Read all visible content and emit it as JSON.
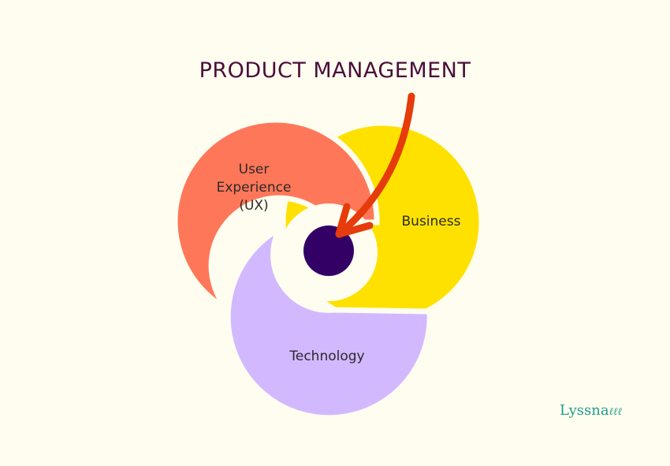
{
  "title": "PRODUCT MANAGEMENT",
  "labels": {
    "ux": "User Experience (UX)",
    "ux_lines": [
      "User",
      "Experience",
      "(UX)"
    ],
    "business": "Business",
    "technology": "Technology"
  },
  "logo": "Lyssna",
  "colors": {
    "background": "#FFFDEF",
    "ux": "#FF7759",
    "business": "#FFE100",
    "technology": "#D2B9FF",
    "center": "#330066",
    "arrow": "#E63B0A",
    "title": "#4A0E3A",
    "logo": "#1F9E8A"
  }
}
